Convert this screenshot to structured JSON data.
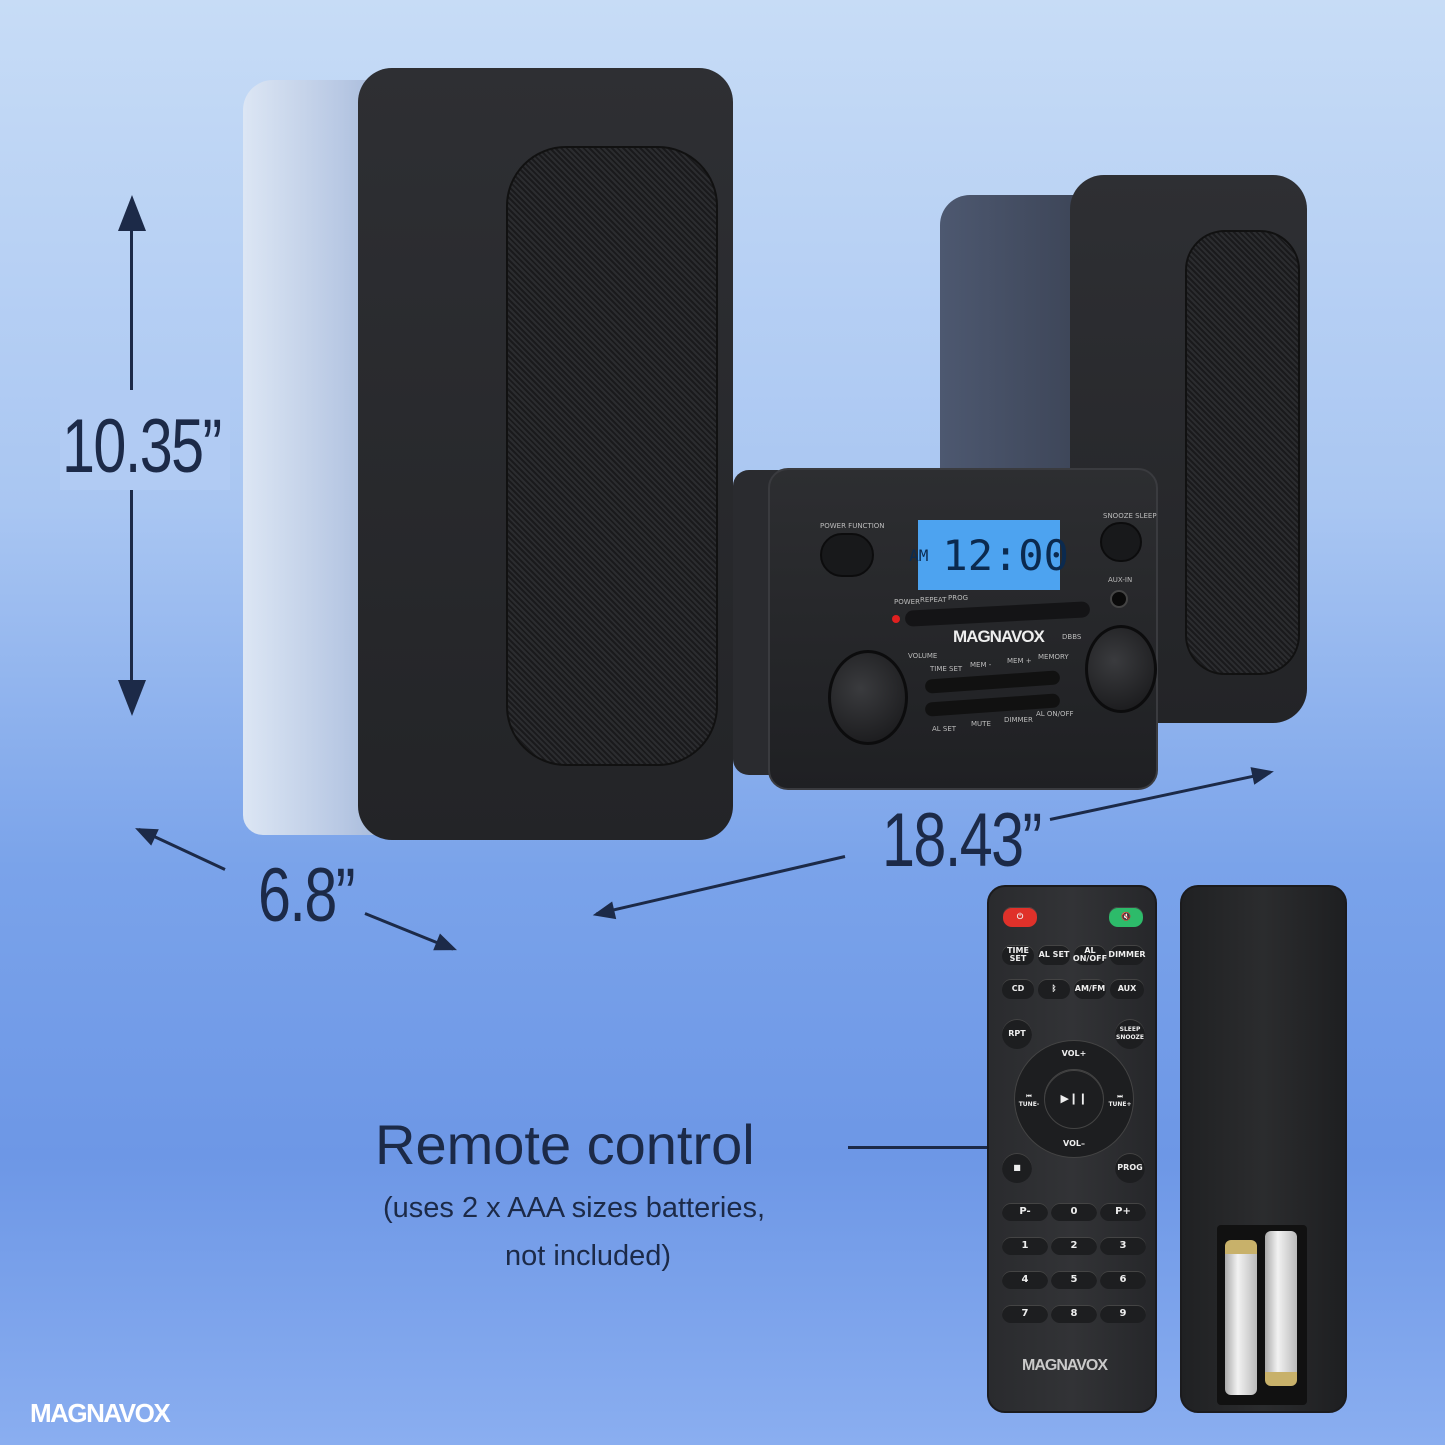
{
  "dimensions": {
    "height": "10.35”",
    "depth": "6.8”",
    "width": "18.43”"
  },
  "unit": {
    "display_period": "AM",
    "display_time": "12:00",
    "labels": {
      "power_function": "POWER  FUNCTION",
      "snooze_sleep": "SNOOZE  SLEEP",
      "aux_in": "AUX-IN",
      "power": "POWER",
      "repeat": "REPEAT",
      "prog": "PROG",
      "volume": "VOLUME",
      "dbbs": "DBBS",
      "time_set": "TIME SET",
      "mem_minus": "MEM -",
      "mem_plus": "MEM +",
      "memory": "MEMORY",
      "al_set": "AL SET",
      "mute": "MUTE",
      "dimmer": "DIMMER",
      "al_onoff": "AL ON/OFF"
    },
    "brand": "MAGNAVOX"
  },
  "remote": {
    "row1": [
      "TIME SET",
      "AL SET",
      "AL ON/OFF",
      "DIMMER"
    ],
    "row2": [
      "CD",
      "ᛒ",
      "AM/FM",
      "AUX"
    ],
    "rpt": "RPT",
    "sleep": "SLEEP SNOOZE",
    "vol_up": "VOL+",
    "vol_down": "VOL–",
    "prev": "⏮ TUNE-",
    "next": "⏭ TUNE+",
    "play": "▶❙❙",
    "stop": "■",
    "prog": "PROG",
    "keypad": [
      "P-",
      "0",
      "P+",
      "1",
      "2",
      "3",
      "4",
      "5",
      "6",
      "7",
      "8",
      "9"
    ],
    "brand": "MAGNAVOX",
    "colors": {
      "power": "#e0312a",
      "mute": "#2dbb6a"
    }
  },
  "caption": {
    "title": "Remote control",
    "subtitle_line1": "(uses 2 x AAA sizes batteries,",
    "subtitle_line2": "not included)"
  },
  "logo": "MAGNAVOX"
}
